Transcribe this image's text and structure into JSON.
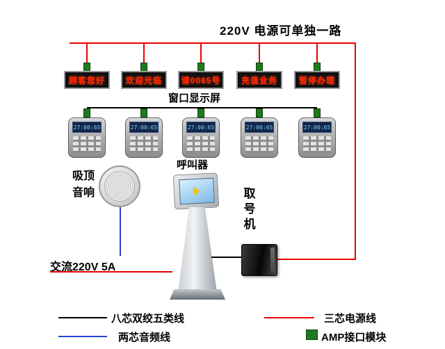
{
  "title": {
    "power_note": "220V  电源可单独一路"
  },
  "displays": {
    "caption": "窗口显示屏",
    "items": [
      {
        "text": "顾客您好"
      },
      {
        "text": "欢迎光临"
      },
      {
        "text": "请0065号"
      },
      {
        "text": "充值业务"
      },
      {
        "text": "暂停办理"
      }
    ]
  },
  "callers": {
    "caption": "呼叫器",
    "screen_text": "27:00:65"
  },
  "speaker": {
    "caption_line1": "吸顶",
    "caption_line2": "音响"
  },
  "kiosk": {
    "caption": "取号机"
  },
  "ac_power": {
    "label": "交流220V 5A"
  },
  "legend": {
    "cat5": "八芯双绞五类线",
    "power": "三芯电源线",
    "audio": "两芯音频线",
    "amp": "AMP接口模块"
  },
  "colors": {
    "line-red": "#ee0000",
    "line-blue": "#2244cc",
    "line-black": "#000000",
    "module-green": "#1e7a1e",
    "led-red": "#ff2200"
  }
}
